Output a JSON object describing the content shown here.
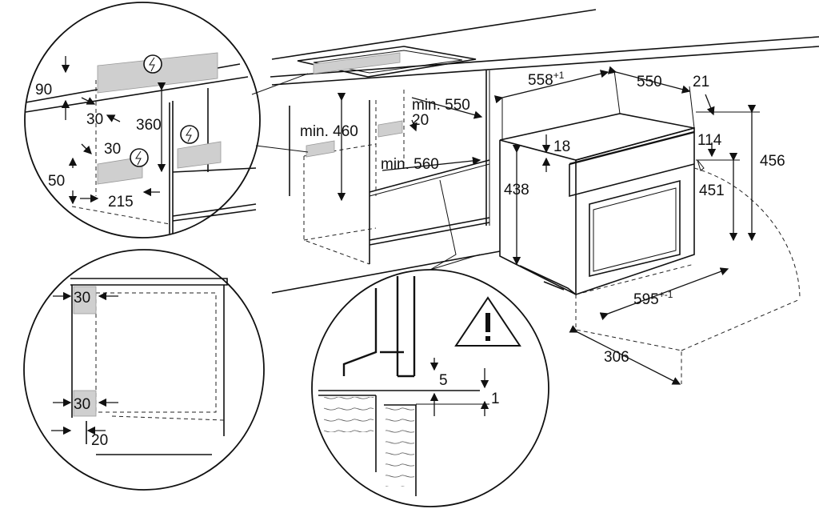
{
  "dimensions": {
    "d90": "90",
    "d30a": "30",
    "d360": "360",
    "d30b": "30",
    "d50": "50",
    "d215": "215",
    "min460": "min. 460",
    "min550": "min. 550",
    "d20": "20",
    "min560": "min. 560",
    "d558": "558",
    "d558_tol": "+1",
    "d550": "550",
    "d21": "21",
    "d18": "18",
    "d114": "114",
    "d438": "438",
    "d456": "456",
    "d451": "451",
    "d595": "595",
    "d595_tol": "+-1",
    "d306": "306",
    "side30_top": "30",
    "side30_bottom": "30",
    "side20": "20",
    "gap5": "5",
    "gap1": "1"
  },
  "icons": {
    "power": "electrical-connection-icon",
    "warning": "warning-triangle-icon"
  }
}
